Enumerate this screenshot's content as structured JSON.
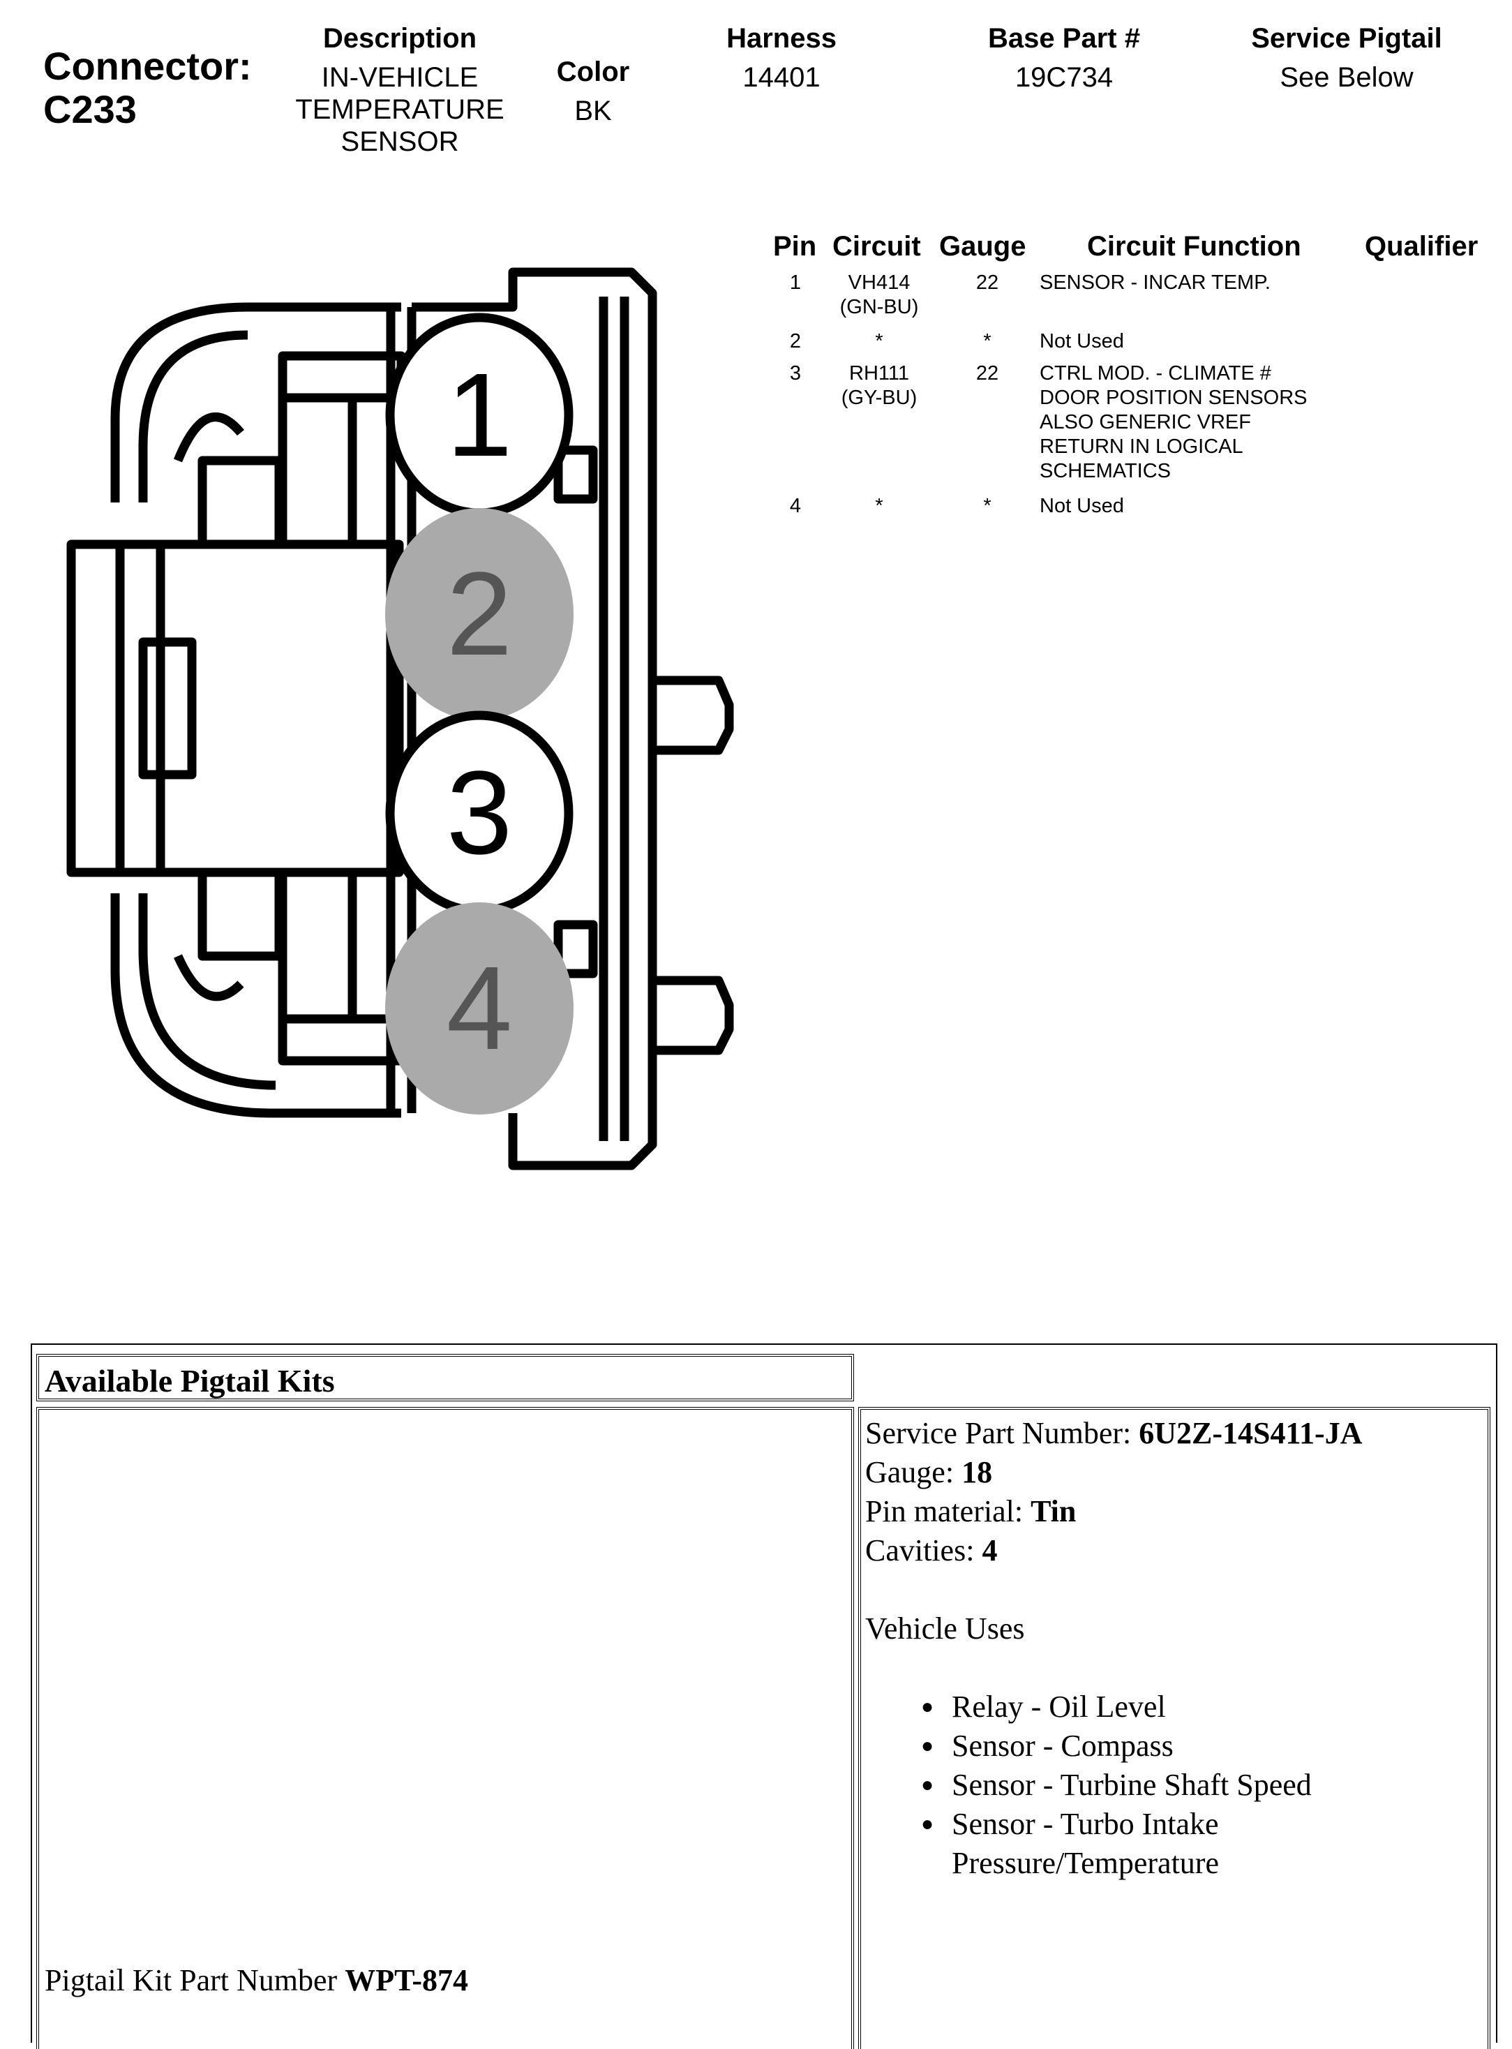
{
  "connector": {
    "label": "Connector:",
    "id": "C233"
  },
  "header": {
    "description_label": "Description",
    "description_lines": [
      "IN-VEHICLE",
      "TEMPERATURE",
      "SENSOR"
    ],
    "color_label": "Color",
    "color_value": "BK",
    "harness_label": "Harness",
    "harness_value": "14401",
    "base_part_label": "Base Part #",
    "base_part_value": "19C734",
    "service_pigtail_label": "Service Pigtail",
    "service_pigtail_value": "See Below"
  },
  "pin_table": {
    "headers": [
      "Pin",
      "Circuit",
      "Gauge",
      "Circuit Function",
      "Qualifier"
    ],
    "rows": [
      {
        "pin": "1",
        "circuit": [
          "VH414",
          "(GN-BU)"
        ],
        "gauge": "22",
        "function": [
          "SENSOR - INCAR TEMP."
        ]
      },
      {
        "pin": "2",
        "circuit": [
          "*"
        ],
        "gauge": "*",
        "function": [
          "Not Used"
        ]
      },
      {
        "pin": "3",
        "circuit": [
          "RH111",
          "(GY-BU)"
        ],
        "gauge": "22",
        "function": [
          "CTRL MOD. - CLIMATE #",
          "DOOR POSITION SENSORS",
          "ALSO GENERIC VREF",
          "RETURN IN LOGICAL",
          "SCHEMATICS"
        ]
      },
      {
        "pin": "4",
        "circuit": [
          "*"
        ],
        "gauge": "*",
        "function": [
          "Not Used"
        ]
      }
    ]
  },
  "diagram": {
    "pins": [
      {
        "label": "1",
        "used": true
      },
      {
        "label": "2",
        "used": false
      },
      {
        "label": "3",
        "used": true
      },
      {
        "label": "4",
        "used": false
      }
    ],
    "colors": {
      "outline": "#000000",
      "unused_fill": "#aaaaaa",
      "unused_text": "#555555"
    }
  },
  "pigtail": {
    "title": "Available Pigtail Kits",
    "kit_part_label": "Pigtail Kit Part Number ",
    "kit_part_value": "WPT-874",
    "service_part_label": "Service Part Number: ",
    "service_part_value": "6U2Z-14S411-JA",
    "gauge_label": "Gauge: ",
    "gauge_value": "18",
    "pin_material_label": "Pin material: ",
    "pin_material_value": "Tin",
    "cavities_label": "Cavities: ",
    "cavities_value": "4",
    "vehicle_uses_label": "Vehicle Uses",
    "vehicle_uses": [
      "Relay - Oil Level",
      "Sensor - Compass",
      "Sensor - Turbine Shaft Speed",
      "Sensor - Turbo Intake Pressure/Temperature"
    ]
  }
}
